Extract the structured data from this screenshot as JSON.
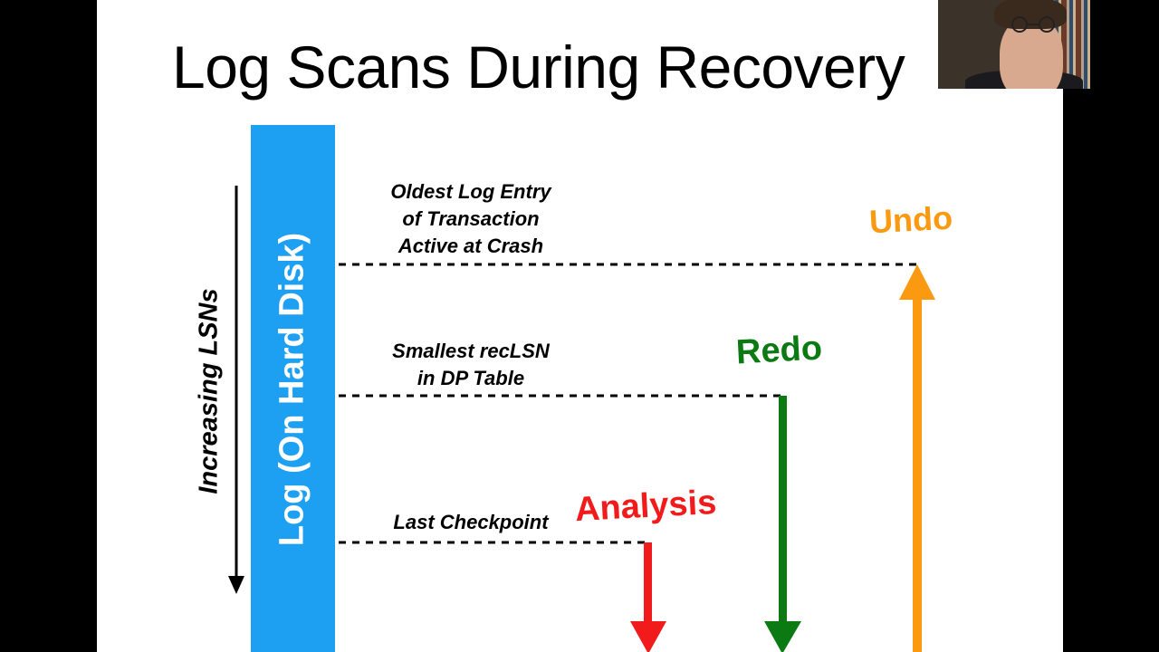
{
  "slide": {
    "title": "Log Scans During Recovery"
  },
  "axis": {
    "log_label": "Log (On Hard Disk)",
    "lsn_label": "Increasing LSNs"
  },
  "markers": {
    "oldest_entry": [
      "Oldest Log Entry",
      "of Transaction",
      "Active at Crash"
    ],
    "smallest_reclsn": [
      "Smallest recLSN",
      "in DP Table"
    ],
    "last_checkpoint": [
      "Last Checkpoint"
    ]
  },
  "phases": {
    "analysis": {
      "label": "Analysis",
      "color": "#f21b1b"
    },
    "redo": {
      "label": "Redo",
      "color": "#0b7a12"
    },
    "undo": {
      "label": "Undo",
      "color": "#fb9a10"
    }
  },
  "colors": {
    "log_bar": "#1ea0f2"
  }
}
